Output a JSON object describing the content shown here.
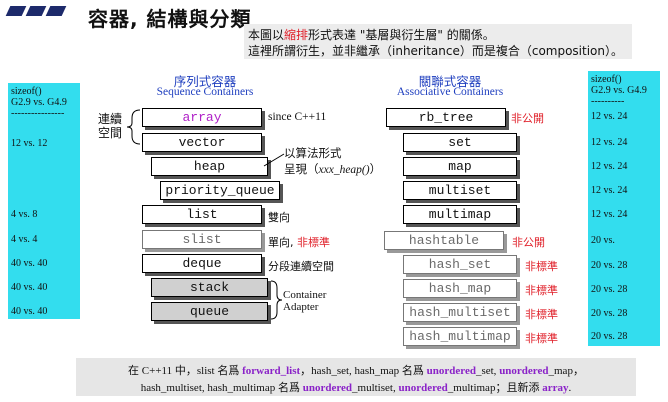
{
  "title": "容器, 結構與分類",
  "note": {
    "line1_a": "本圖以",
    "line1_hl": "縮排",
    "line1_b": "形式表達 \"基層與衍生層\" 的關係。",
    "line2": "這裡所謂衍生，並非繼承（inheritance）而是複合（composition）。"
  },
  "left_sidebar": {
    "header1": "sizeof()",
    "header2": "G2.9 vs. G4.9",
    "header3": "----------------",
    "rows": [
      "12 vs. 12",
      "4  vs. 8",
      "4  vs. 4",
      "40 vs. 40",
      "40 vs. 40",
      "40 vs. 40"
    ]
  },
  "right_sidebar": {
    "header1": "sizeof()",
    "header2": "G2.9 vs. G4.9",
    "header3": "----------",
    "rows": [
      "12 vs. 24",
      "12 vs. 24",
      "12 vs. 24",
      "12 vs. 24",
      "12 vs. 24",
      "20 vs.",
      "20 vs. 28",
      "20 vs. 28",
      "20 vs. 28",
      "20 vs. 28"
    ]
  },
  "sequence": {
    "header": "序列式容器",
    "subheader": "Sequence Containers",
    "contiguous_label_1": "連續",
    "contiguous_label_2": "空間",
    "items": {
      "array": "array",
      "vector": "vector",
      "heap": "heap",
      "priority_queue": "priority_queue",
      "list": "list",
      "slist": "slist",
      "deque": "deque",
      "stack": "stack",
      "queue": "queue"
    },
    "notes": {
      "array": "since C++11",
      "heap_1": "以算法形式",
      "heap_2a": "呈現（",
      "heap_2b": "xxx_heap()",
      "heap_2c": "）",
      "list": "雙向",
      "slist_a": "單向,",
      "slist_b": "非標準",
      "deque": "分段連續空間",
      "adapter_1": "Container",
      "adapter_2": "Adapter"
    }
  },
  "associative": {
    "header": "關聯式容器",
    "subheader": "Associative Containers",
    "items": {
      "rb_tree": "rb_tree",
      "set": "set",
      "map": "map",
      "multiset": "multiset",
      "multimap": "multimap",
      "hashtable": "hashtable",
      "hash_set": "hash_set",
      "hash_map": "hash_map",
      "hash_multiset": "hash_multiset",
      "hash_multimap": "hash_multimap"
    },
    "notes": {
      "rb_tree": "非公開",
      "hashtable": "非公開",
      "hash_set": "非標準",
      "hash_map": "非標準",
      "hash_multiset": "非標準",
      "hash_multimap": "非標準"
    }
  },
  "bottom": {
    "l1_a": "在 C++11 中，slist 名爲 ",
    "l1_hl1": "forward_list",
    "l1_b": "，hash_set, hash_map 名爲 ",
    "l1_hl2": "unordered",
    "l1_c": "_set, ",
    "l1_hl3": "unordered",
    "l1_d": "_map，",
    "l2_a": "hash_multiset, hash_multimap 名爲 ",
    "l2_hl1": "unordered",
    "l2_b": "_multiset, ",
    "l2_hl2": "unordered",
    "l2_c": "_multimap；且新添 ",
    "l2_hl3": "array",
    "l2_d": "."
  }
}
